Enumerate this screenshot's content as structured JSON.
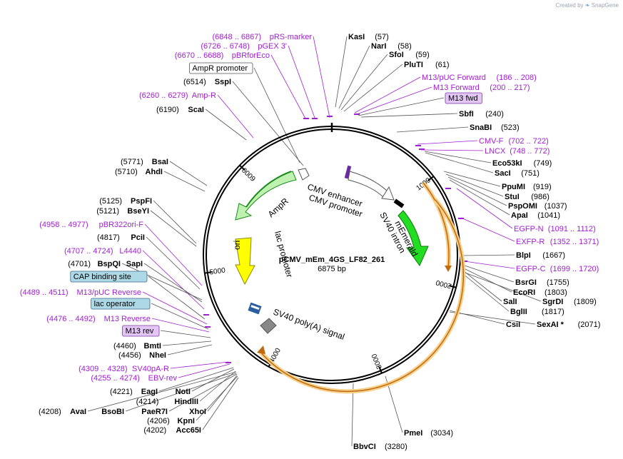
{
  "credit": {
    "prefix": "Created by",
    "brand": "SnapGene"
  },
  "plasmid": {
    "name": "pCMV_mEm_4GS_LF82_261",
    "size_label": "6875 bp",
    "length": 6875
  },
  "colors": {
    "primer": "#a020d0",
    "orange_arc": "#f2a33a",
    "green_feature": "#22dd22",
    "amp_green": "#bff2b0",
    "ori_yellow": "#ffff00",
    "blue_box": "#add8e6",
    "purple_box": "#e3c6f5"
  },
  "ticks": [
    {
      "pos": 1000,
      "label": "1000"
    },
    {
      "pos": 2000,
      "label": "2000"
    },
    {
      "pos": 3000,
      "label": "3000"
    },
    {
      "pos": 4000,
      "label": "4000"
    },
    {
      "pos": 5000,
      "label": "5000"
    },
    {
      "pos": 6000,
      "label": "6000"
    }
  ],
  "features": [
    {
      "name": "CMV enhancer",
      "label": "CMV enhancer"
    },
    {
      "name": "CMV promoter",
      "label": "CMV promoter"
    },
    {
      "name": "SV40 intron",
      "label": "SV40 intron"
    },
    {
      "name": "mEmerald",
      "label": "mEmerald"
    },
    {
      "name": "SV40 poly(A) signal",
      "label": "SV40 poly(A) signal"
    },
    {
      "name": "lac promoter",
      "label": "lac promoter"
    },
    {
      "name": "ori",
      "label": "ori"
    },
    {
      "name": "AmpR",
      "label": "AmpR"
    }
  ],
  "labels_right": [
    {
      "id": "kasi",
      "name": "KasI",
      "pos": "(57)",
      "kind": "enz"
    },
    {
      "id": "nari",
      "name": "NarI",
      "pos": "(58)",
      "kind": "enz"
    },
    {
      "id": "sfoi",
      "name": "SfoI",
      "pos": "(59)",
      "kind": "enz"
    },
    {
      "id": "pluti",
      "name": "PluTI",
      "pos": "(61)",
      "kind": "enz"
    },
    {
      "id": "m13puc-fwd",
      "name": "M13/pUC Forward",
      "pos": "(186 .. 208)",
      "kind": "primer"
    },
    {
      "id": "m13-forward",
      "name": "M13 Forward",
      "pos": "(200 .. 217)",
      "kind": "primer"
    },
    {
      "id": "m13-fwd-box",
      "name": "M13 fwd",
      "pos": "",
      "kind": "purplebox"
    },
    {
      "id": "sbfi",
      "name": "SbfI",
      "pos": "(240)",
      "kind": "enz"
    },
    {
      "id": "snabi",
      "name": "SnaBI",
      "pos": "(523)",
      "kind": "enz"
    },
    {
      "id": "cmv-f",
      "name": "CMV-F",
      "pos": "(702 .. 722)",
      "kind": "primer"
    },
    {
      "id": "lncx",
      "name": "LNCX",
      "pos": "(748 .. 772)",
      "kind": "primer"
    },
    {
      "id": "eco53ki",
      "name": "Eco53kI",
      "pos": "(749)",
      "kind": "enz"
    },
    {
      "id": "saci",
      "name": "SacI",
      "pos": "(751)",
      "kind": "enz"
    },
    {
      "id": "ppumi",
      "name": "PpuMI",
      "pos": "(919)",
      "kind": "enz"
    },
    {
      "id": "stui",
      "name": "StuI",
      "pos": "(986)",
      "kind": "enz"
    },
    {
      "id": "pspomi",
      "name": "PspOMI",
      "pos": "(1037)",
      "kind": "enz"
    },
    {
      "id": "apai",
      "name": "ApaI",
      "pos": "(1041)",
      "kind": "enz"
    },
    {
      "id": "egfp-n",
      "name": "EGFP-N",
      "pos": "(1091 .. 1112)",
      "kind": "primer"
    },
    {
      "id": "exfp-r",
      "name": "EXFP-R",
      "pos": "(1352 .. 1371)",
      "kind": "primer"
    },
    {
      "id": "blpi",
      "name": "BlpI",
      "pos": "(1667)",
      "kind": "enz"
    },
    {
      "id": "egfp-c",
      "name": "EGFP-C",
      "pos": "(1699 .. 1720)",
      "kind": "primer"
    },
    {
      "id": "bsrgi",
      "name": "BsrGI",
      "pos": "(1755)",
      "kind": "enz"
    },
    {
      "id": "ecori",
      "name": "EcoRI",
      "pos": "(1803)",
      "kind": "enz"
    },
    {
      "id": "sali",
      "name": "SalI",
      "pos": "",
      "kind": "enz"
    },
    {
      "id": "sgrdi",
      "name": "SgrDI",
      "pos": "(1809)",
      "kind": "enz"
    },
    {
      "id": "bglii",
      "name": "BglII",
      "pos": "(1817)",
      "kind": "enz"
    },
    {
      "id": "csii",
      "name": "CsiI",
      "pos": "",
      "kind": "enz"
    },
    {
      "id": "sexai",
      "name": "SexAI *",
      "pos": "(2071)",
      "kind": "enz"
    },
    {
      "id": "pmei",
      "name": "PmeI",
      "pos": "(3034)",
      "kind": "enz"
    },
    {
      "id": "bbvci",
      "name": "BbvCI",
      "pos": "(3280)",
      "kind": "enz"
    }
  ],
  "labels_left": [
    {
      "id": "prs-marker",
      "name": "pRS-marker",
      "pos": "(6848 .. 6867)",
      "kind": "primer"
    },
    {
      "id": "pgex3",
      "name": "pGEX 3'",
      "pos": "(6726 .. 6748)",
      "kind": "primer"
    },
    {
      "id": "pbrforeco",
      "name": "pBRforEco",
      "pos": "(6670 .. 6688)",
      "kind": "primer"
    },
    {
      "id": "ampr-promoter",
      "name": "AmpR promoter",
      "pos": "",
      "kind": "whitebox"
    },
    {
      "id": "sspi",
      "name": "SspI",
      "pos": "(6514)",
      "kind": "enz"
    },
    {
      "id": "amp-r",
      "name": "Amp-R",
      "pos": "(6260 .. 6279)",
      "kind": "primer"
    },
    {
      "id": "scai",
      "name": "ScaI",
      "pos": "(6190)",
      "kind": "enz"
    },
    {
      "id": "bsai",
      "name": "BsaI",
      "pos": "(5771)",
      "kind": "enz"
    },
    {
      "id": "ahdi",
      "name": "AhdI",
      "pos": "(5710)",
      "kind": "enz"
    },
    {
      "id": "pspfi",
      "name": "PspFI",
      "pos": "(5125)",
      "kind": "enz"
    },
    {
      "id": "bseyi",
      "name": "BseYI",
      "pos": "(5121)",
      "kind": "enz"
    },
    {
      "id": "pbr322ori-f",
      "name": "pBR322ori-F",
      "pos": "(4958 .. 4977)",
      "kind": "primer"
    },
    {
      "id": "pcii",
      "name": "PciI",
      "pos": "(4817)",
      "kind": "enz"
    },
    {
      "id": "l4440",
      "name": "L4440",
      "pos": "(4707 .. 4724)",
      "kind": "primer"
    },
    {
      "id": "bspqi",
      "name": "BspQI",
      "pos": "(4701)",
      "kind": "enz"
    },
    {
      "id": "sapi",
      "name": "SapI",
      "pos": "",
      "kind": "enz"
    },
    {
      "id": "cap-site",
      "name": "CAP binding site",
      "pos": "",
      "kind": "bluebox"
    },
    {
      "id": "m13puc-rev",
      "name": "M13/pUC Reverse",
      "pos": "(4489 .. 4511)",
      "kind": "primer"
    },
    {
      "id": "lac-operator",
      "name": "lac operator",
      "pos": "",
      "kind": "bluebox"
    },
    {
      "id": "m13-reverse",
      "name": "M13 Reverse",
      "pos": "(4476 .. 4492)",
      "kind": "primer"
    },
    {
      "id": "m13-rev-box",
      "name": "M13 rev",
      "pos": "",
      "kind": "purplebox"
    },
    {
      "id": "bmti",
      "name": "BmtI",
      "pos": "(4460)",
      "kind": "enz"
    },
    {
      "id": "nhei",
      "name": "NheI",
      "pos": "(4456)",
      "kind": "enz"
    },
    {
      "id": "sv40pa-r",
      "name": "SV40pA-R",
      "pos": "(4309 .. 4328)",
      "kind": "primer"
    },
    {
      "id": "ebv-rev",
      "name": "EBV-rev",
      "pos": "(4255 .. 4274)",
      "kind": "primer"
    },
    {
      "id": "eagi",
      "name": "EagI",
      "pos": "(4221)",
      "kind": "enz"
    },
    {
      "id": "noti",
      "name": "NotI",
      "pos": "",
      "kind": "enz"
    },
    {
      "id": "hindiii",
      "name": "HindIII",
      "pos": "(4214)",
      "kind": "enz"
    },
    {
      "id": "avai",
      "name": "AvaI",
      "pos": "(4208)",
      "kind": "enz"
    },
    {
      "id": "bsobi",
      "name": "BsoBI",
      "pos": "",
      "kind": "enz"
    },
    {
      "id": "paer7i",
      "name": "PaeR7I",
      "pos": "",
      "kind": "enz"
    },
    {
      "id": "xhoi",
      "name": "XhoI",
      "pos": "",
      "kind": "enz"
    },
    {
      "id": "kpni",
      "name": "KpnI",
      "pos": "(4206)",
      "kind": "enz"
    },
    {
      "id": "acc65i",
      "name": "Acc65I",
      "pos": "(4202)",
      "kind": "enz"
    }
  ]
}
